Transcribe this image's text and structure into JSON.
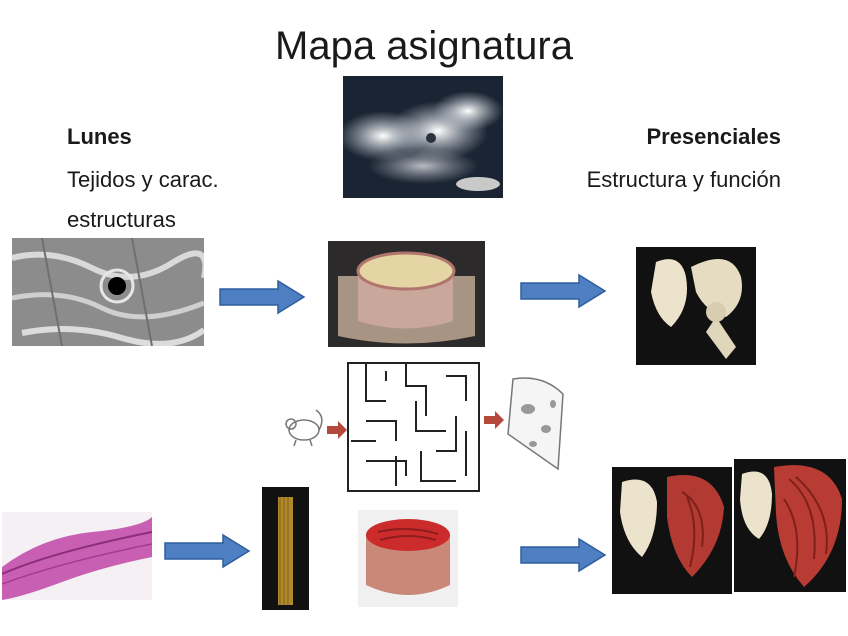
{
  "slide": {
    "title": "Mapa asignatura",
    "left_heading": "Lunes",
    "left_line1": "Tejidos y carac.",
    "left_line2": "estructuras",
    "right_heading": "Presenciales",
    "right_text": "Estructura y función"
  },
  "colors": {
    "arrow_blue": "#4f7fc3",
    "arrow_red": "#b5493b"
  }
}
